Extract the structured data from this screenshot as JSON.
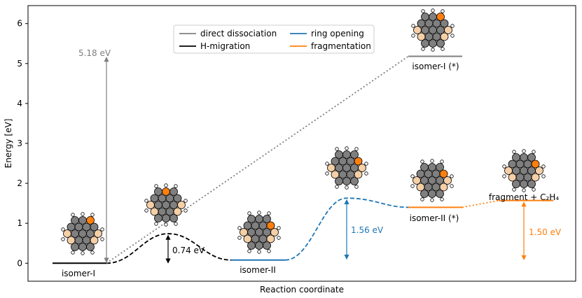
{
  "chart_data": {
    "type": "line",
    "xlabel": "Reaction coordinate",
    "ylabel": "Energy [eV]",
    "ylim": [
      -0.45,
      6.45
    ],
    "y_ticks": [
      "0",
      "1",
      "2",
      "3",
      "4",
      "5",
      "6"
    ],
    "x_ticks_shown": false,
    "grid": false,
    "legend": {
      "placement": "top-center",
      "entries": [
        {
          "label": "direct dissociation",
          "color": "#7f7f7f"
        },
        {
          "label": "H-migration",
          "color": "#000000"
        },
        {
          "label": "ring opening",
          "color": "#1f77b4"
        },
        {
          "label": "fragmentation",
          "color": "#ff7f0e"
        }
      ]
    },
    "levels": [
      {
        "label": "isomer-I",
        "energy": 0.0,
        "color": "#000000"
      },
      {
        "label": "isomer-II",
        "energy": 0.08,
        "color": "#1f77b4"
      },
      {
        "label": "isomer-I (*)",
        "energy": 5.18,
        "color": "#7f7f7f"
      },
      {
        "label": "isomer-II (*)",
        "energy": 1.4,
        "color": "#ff7f0e"
      },
      {
        "label": "fragment + C₂H₄",
        "energy": 1.57,
        "color": "#ff7f0e"
      }
    ],
    "barrier_peaks": [
      {
        "path": "H-migration",
        "energy": 0.74,
        "color": "#000000"
      },
      {
        "path": "ring opening",
        "energy": 1.63,
        "color": "#1f77b4"
      }
    ],
    "annotations": [
      {
        "text": "5.18 eV",
        "value": 5.18,
        "color": "#7f7f7f"
      },
      {
        "text": "0.74 eV",
        "value": 0.74,
        "color": "#000000"
      },
      {
        "text": "1.56 eV",
        "value": 1.56,
        "color": "#1f77b4"
      },
      {
        "text": "1.50 eV",
        "value": 1.5,
        "color": "#ff7f0e"
      }
    ]
  }
}
